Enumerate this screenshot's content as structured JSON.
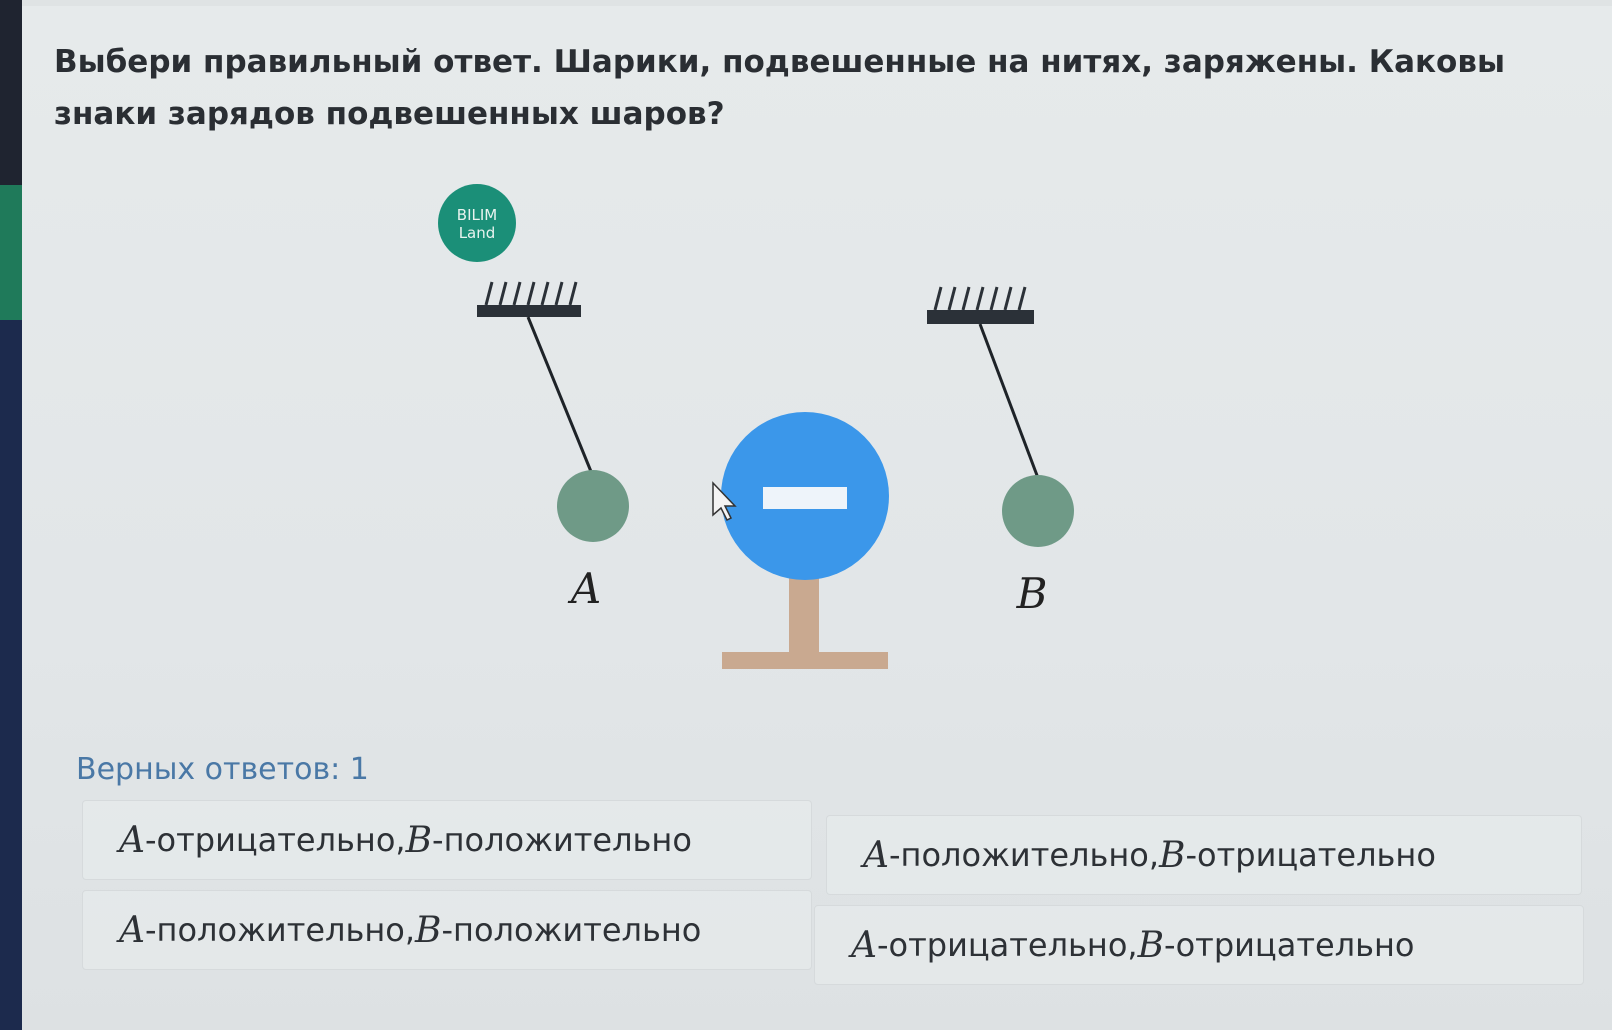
{
  "question": {
    "text": "Выбери правильный ответ. Шарики, подвешенные на нитях, заряжены. Каковы знаки зарядов подвешенных шаров?"
  },
  "figure": {
    "logo_line1": "BILIM",
    "logo_line2": "Land",
    "label_a": "A",
    "label_b": "B",
    "colors": {
      "ball": "#6f9a87",
      "charged_sphere": "#3b97ea",
      "stand": "#c9a990",
      "logo": "#1b8f78",
      "support": "#2b3138"
    }
  },
  "answers": {
    "count_text": "Верных ответов: 1",
    "options": [
      {
        "a_var": "A",
        "a_text": "-отрицательно, ",
        "b_var": "B",
        "b_text": "-положительно"
      },
      {
        "a_var": "A",
        "a_text": "-положительно, ",
        "b_var": "B",
        "b_text": "-отрицательно"
      },
      {
        "a_var": "A",
        "a_text": "-положительно, ",
        "b_var": "B",
        "b_text": "-положительно"
      },
      {
        "a_var": "A",
        "a_text": "-отрицательно, ",
        "b_var": "B",
        "b_text": "-отрицательно"
      }
    ]
  }
}
